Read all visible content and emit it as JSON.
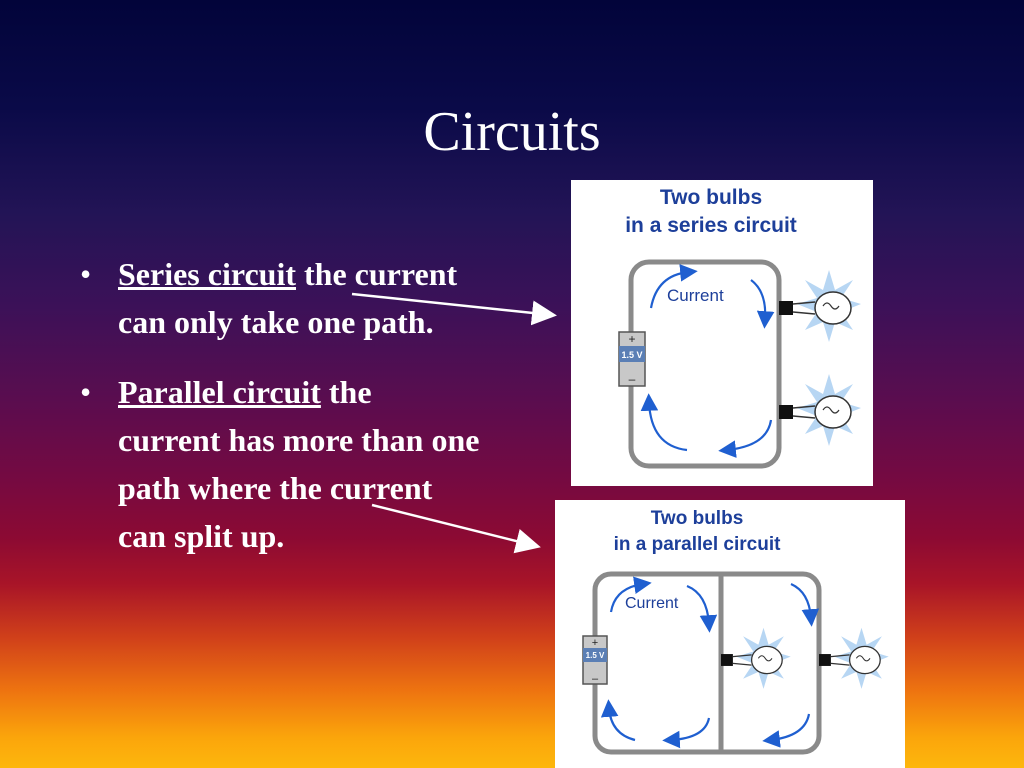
{
  "slide": {
    "title": "Circuits",
    "bullets": [
      {
        "term": "Series circuit",
        "rest": " the current can only take one path."
      },
      {
        "term": "Parallel circuit",
        "rest": " the current has more than one path where the current can split up."
      }
    ]
  },
  "series_diagram": {
    "heading_line1": "Two bulbs",
    "heading_line2": "in a series circuit",
    "current_label": "Current",
    "battery_label": "1.5 V"
  },
  "parallel_diagram": {
    "heading_line1": "Two bulbs",
    "heading_line2": "in a parallel circuit",
    "current_label": "Current",
    "battery_label": "1.5 V"
  },
  "colors": {
    "heading_blue": "#1d3f9a",
    "wire_gray": "#8a8a8a",
    "arrow_blue": "#1f5fd0",
    "glow_blue": "#b7d6f3"
  }
}
